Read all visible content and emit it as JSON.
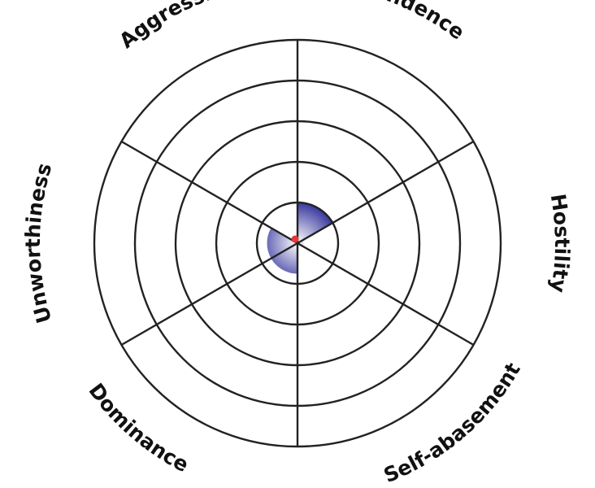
{
  "chart_data": {
    "type": "polar-area",
    "categories": [
      "Diffidence",
      "Hostility",
      "Self-abasement",
      "Dominance",
      "Unworthiness",
      "Aggression"
    ],
    "values": [
      1.0,
      0.15,
      0.05,
      0.75,
      0.75,
      0.15
    ],
    "rmax": 5,
    "rings": [
      1,
      2,
      3,
      4,
      5
    ],
    "colors": {
      "ring": "#222222",
      "fill_dark": "#2e2e9a",
      "fill_light": "#ffffff",
      "center_dot": "#e53935"
    }
  }
}
